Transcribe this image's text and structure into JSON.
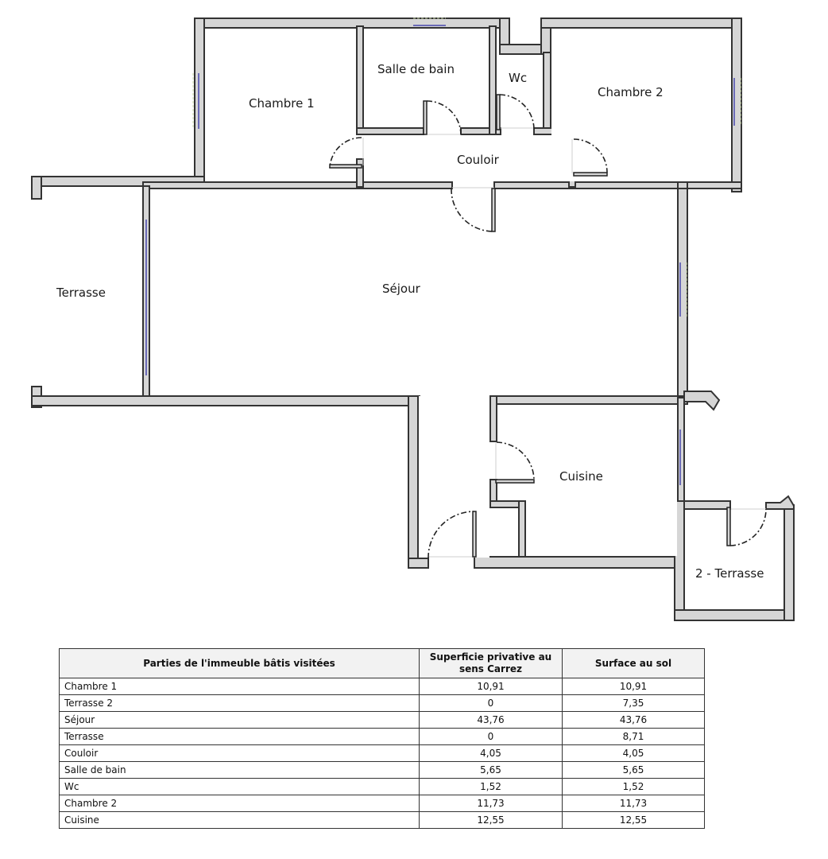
{
  "floor_plan": {
    "rooms": [
      {
        "id": "chambre1",
        "label": "Chambre 1"
      },
      {
        "id": "salle_de_bain",
        "label": "Salle de bain"
      },
      {
        "id": "wc",
        "label": "Wc"
      },
      {
        "id": "chambre2",
        "label": "Chambre 2"
      },
      {
        "id": "couloir",
        "label": "Couloir"
      },
      {
        "id": "terrasse",
        "label": "Terrasse"
      },
      {
        "id": "sejour",
        "label": "Séjour"
      },
      {
        "id": "cuisine",
        "label": "Cuisine"
      },
      {
        "id": "terrasse2",
        "label": "2 - Terrasse"
      }
    ],
    "colors": {
      "wall_fill": "#d6d6d6",
      "wall_stroke": "#333333",
      "window": "#6b6bb8"
    }
  },
  "table": {
    "headers": [
      "Parties de l'immeuble bâtis visitées",
      "Superficie privative au sens Carrez",
      "Surface au sol"
    ],
    "rows": [
      {
        "name": "Chambre 1",
        "carrez": "10,91",
        "sol": "10,91"
      },
      {
        "name": "Terrasse 2",
        "carrez": "0",
        "sol": "7,35"
      },
      {
        "name": "Séjour",
        "carrez": "43,76",
        "sol": "43,76"
      },
      {
        "name": "Terrasse",
        "carrez": "0",
        "sol": "8,71"
      },
      {
        "name": "Couloir",
        "carrez": "4,05",
        "sol": "4,05"
      },
      {
        "name": "Salle de bain",
        "carrez": "5,65",
        "sol": "5,65"
      },
      {
        "name": "Wc",
        "carrez": "1,52",
        "sol": "1,52"
      },
      {
        "name": "Chambre 2",
        "carrez": "11,73",
        "sol": "11,73"
      },
      {
        "name": "Cuisine",
        "carrez": "12,55",
        "sol": "12,55"
      }
    ]
  }
}
